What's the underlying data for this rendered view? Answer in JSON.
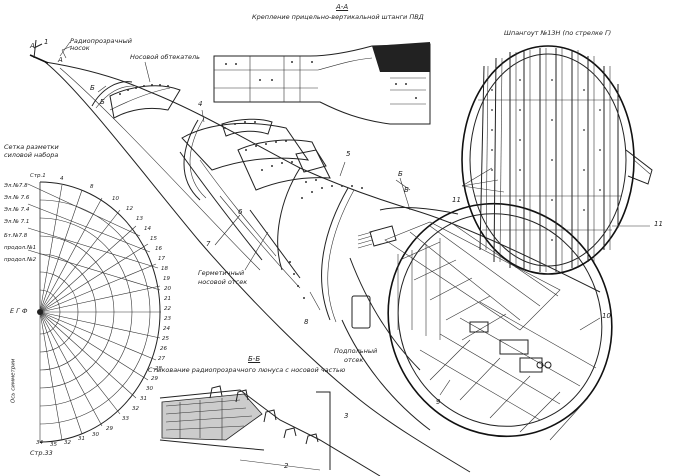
{
  "labels": {
    "section_aa_id": "А-А",
    "section_aa_title": "Крепление прицельно-вертикальной штанги ПВД",
    "antenna_fairing": "Радиопрозрачный носок",
    "nose_fairing": "Носовой обтекатель",
    "frame_13n": "Шпангоут №13Н (по стрелке Г)",
    "grid_title_1": "Сетка разметки",
    "grid_title_2": "силовой набора",
    "sealed_compartment_1": "Герметичный",
    "sealed_compartment_2": "носовой отсек",
    "underfloor_1": "Подпольный",
    "underfloor_2": "отсек",
    "section_bb_id": "Б-Б",
    "section_bb_title": "Стыкование радиопрозрачного люнуса с носовой частью",
    "grid_center": "Е Г Ф",
    "grid_bottom": "Стр.33",
    "grid_left_vertical": "Ось симметрии"
  },
  "callouts": {
    "n1": "1",
    "n2": "2",
    "n3": "3",
    "n4": "4",
    "n5": "5",
    "n6": "6",
    "n7": "7",
    "n8": "8",
    "n9": "9",
    "n10": "10",
    "n11a": "11",
    "n11b": "11",
    "aA": "А",
    "aA2": "А",
    "bB": "Б",
    "bB2": "Б",
    "bB3": "Б",
    "bB4": "Б"
  },
  "grid_left_labels": [
    "Стр.1",
    "Эл.№7.8",
    "Эл.№ 7.6",
    "Эл.№ 7.4",
    "Эл.№ 7.1",
    "Бт.№7.8",
    "продол.№1",
    "продол.№2"
  ],
  "grid_right_numbers": [
    "4",
    "8",
    "10",
    "12",
    "13",
    "14",
    "15",
    "16",
    "17",
    "18",
    "19",
    "20",
    "21",
    "22",
    "23",
    "24",
    "25",
    "26",
    "27",
    "28",
    "29",
    "30",
    "31",
    "32",
    "33"
  ],
  "grid_bottom_numbers": [
    "34",
    "35",
    "32",
    "31",
    "30",
    "29"
  ]
}
